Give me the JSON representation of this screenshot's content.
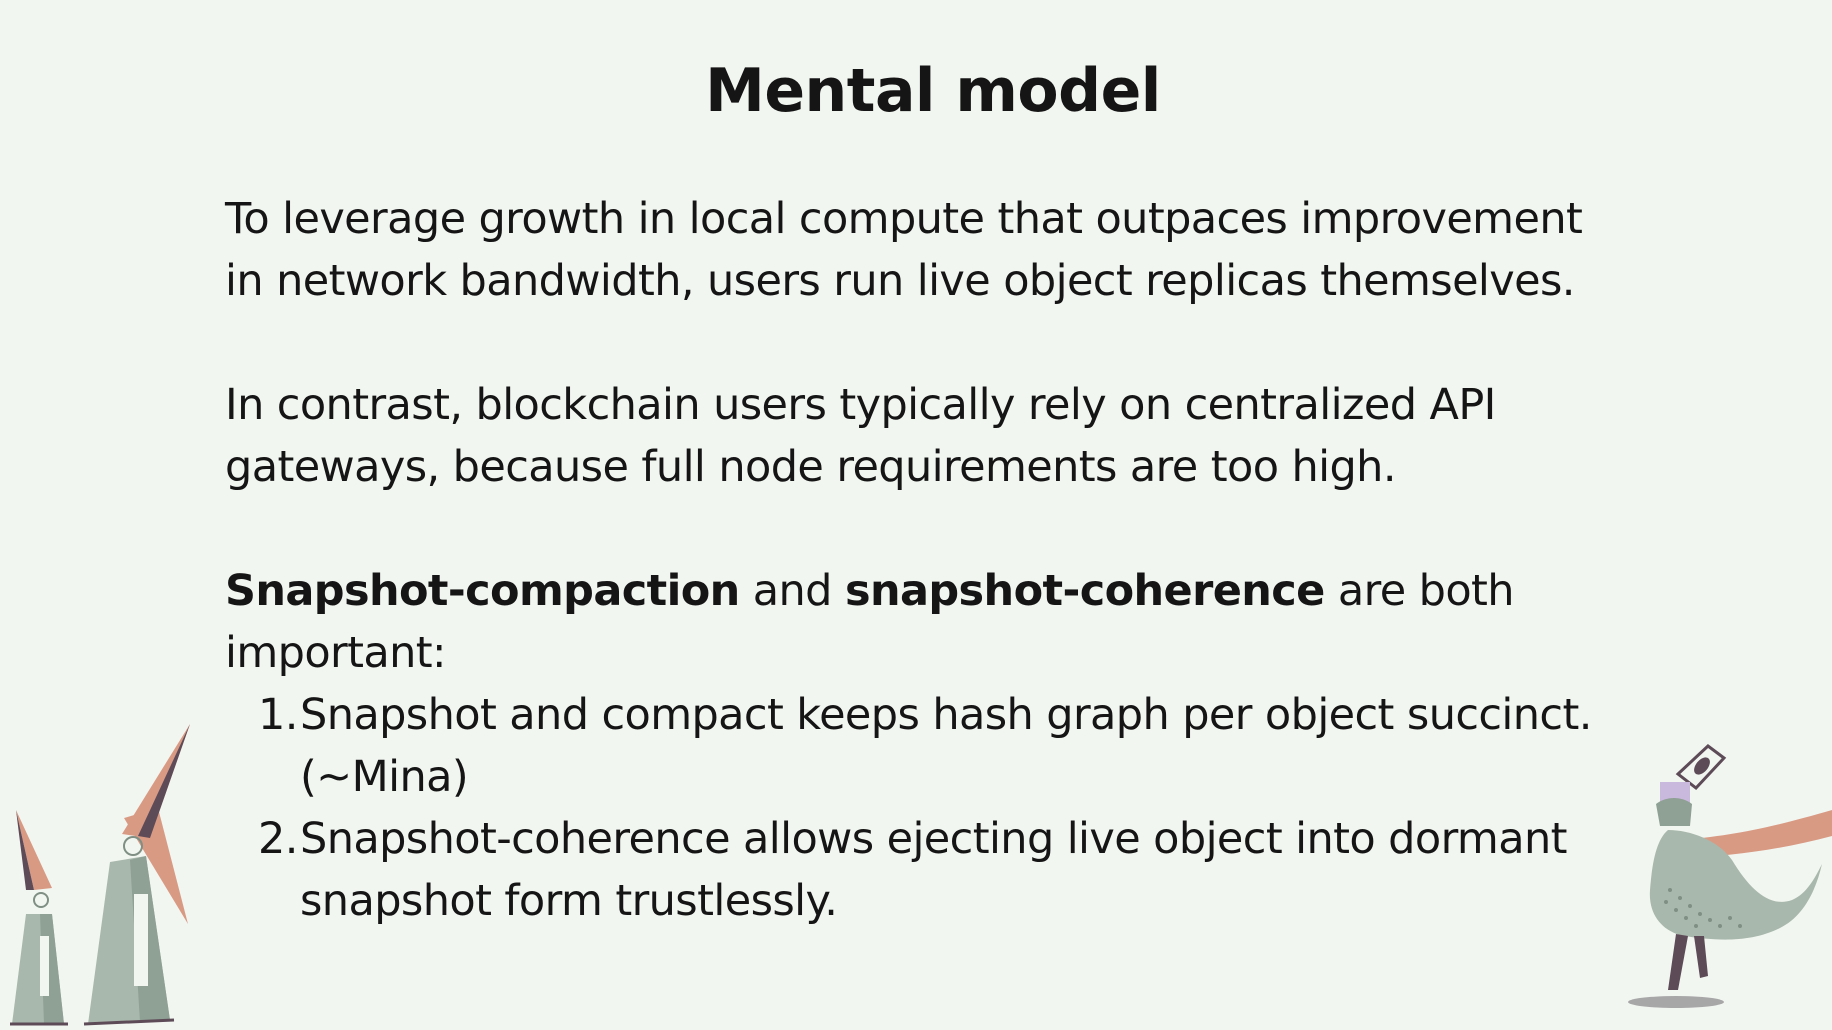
{
  "slide": {
    "title": "Mental model",
    "paragraph1": "To leverage growth in local compute that outpaces improvement in network bandwidth, users run live object replicas themselves.",
    "paragraph2": "In contrast, blockchain users typically rely on centralized API gateways, because full node requirements are too high.",
    "paragraph3": {
      "term1": "Snapshot-compaction",
      "connector": " and ",
      "term2": "snapshot-coherence",
      "rest": " are both important:"
    },
    "list": [
      {
        "number": "1.",
        "text": "Snapshot and compact keeps hash graph per object succinct. (~Mina)"
      },
      {
        "number": "2.",
        "text": "Snapshot-coherence allows ejecting live object into dormant snapshot form trustlessly."
      }
    ]
  },
  "colors": {
    "background": "#f2f6f1",
    "text": "#151515",
    "sage": "#a9b8ac",
    "sage_dark": "#7f8f84",
    "coral": "#d99a84",
    "mauve": "#5d4b57",
    "lavender": "#c9b9dc"
  },
  "decorations": {
    "left": "figures-with-cone-hats-illustration",
    "right": "dancing-figure-with-scarf-illustration"
  }
}
